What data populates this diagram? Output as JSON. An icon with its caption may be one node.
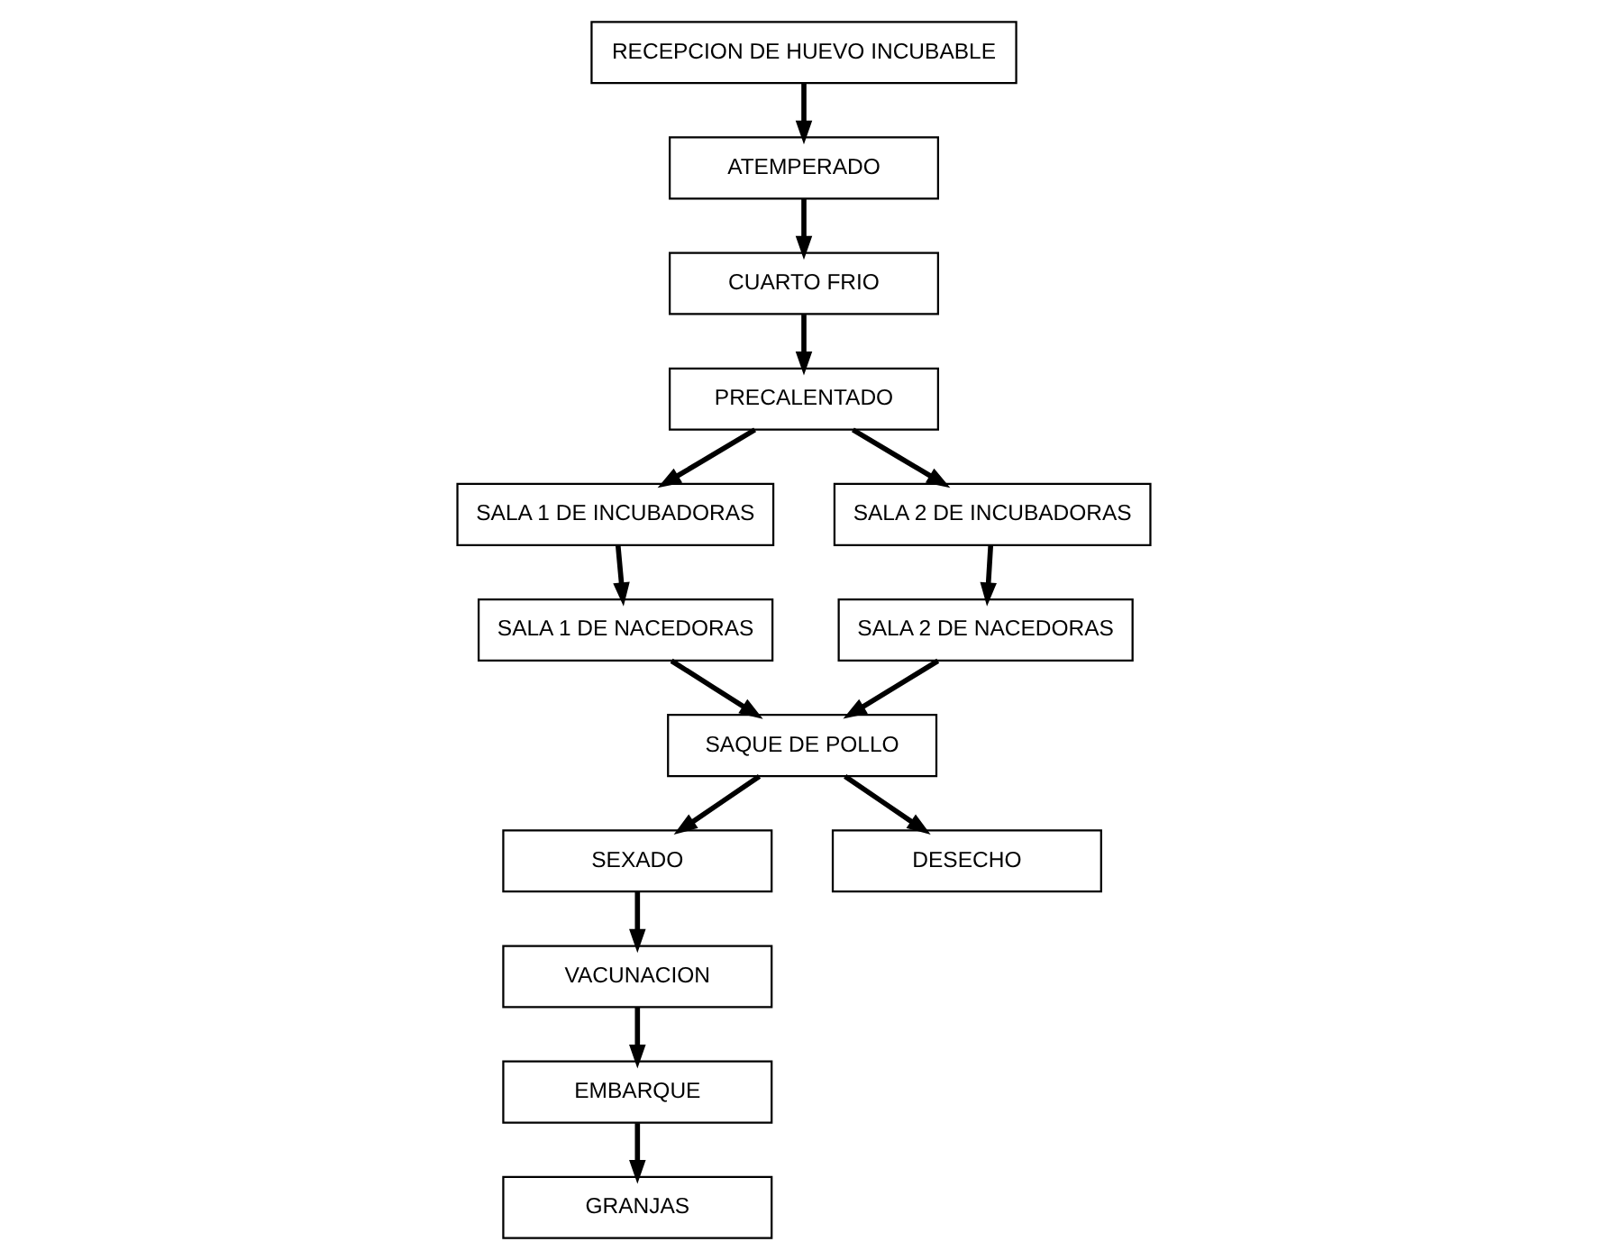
{
  "diagram": {
    "nodes": [
      {
        "text": [
          "RECEPCION DE HUEVO INCUBABLE"
        ]
      },
      {
        "text": [
          "ATEMPERADO"
        ]
      },
      {
        "text": [
          "CUARTO FRIO"
        ]
      },
      {
        "text": [
          "PRECALENTADO"
        ]
      },
      {
        "text": [
          "SALA 1 DE INCUBADORAS"
        ]
      },
      {
        "text": [
          "SALA 1 DE NACEDORAS"
        ]
      },
      {
        "text": [
          "SALA 2 DE INCUBADORAS"
        ]
      },
      {
        "text": [
          "SALA 2 DE NACEDORAS"
        ]
      },
      {
        "text": [
          "SEXADO"
        ]
      },
      {
        "text": [
          "SAQUE DE POLLO"
        ]
      },
      {
        "text": [
          "VACUNACION"
        ]
      },
      {
        "text": [
          "DESECHO"
        ]
      },
      {
        "text": [
          "EMBARQUE"
        ]
      },
      {
        "text": [
          "GRANJAS"
        ]
      }
    ],
    "edges": [
      {
        "from": 0,
        "to": 1,
        "arrow": "to"
      },
      {
        "from": 1,
        "to": 2,
        "arrow": "to"
      },
      {
        "from": 2,
        "to": 3,
        "arrow": "to"
      },
      {
        "from": 3,
        "to": 4,
        "arrow": "to"
      },
      {
        "from": 3,
        "to": 6,
        "arrow": "to"
      },
      {
        "from": 4,
        "to": 5,
        "arrow": "to"
      },
      {
        "from": 6,
        "to": 7,
        "arrow": "to"
      },
      {
        "from": 5,
        "to": 9,
        "arrow": "to"
      },
      {
        "from": 7,
        "to": 9,
        "arrow": "to"
      },
      {
        "from": 9,
        "to": 8,
        "arrow": "to"
      },
      {
        "from": 9,
        "to": 11,
        "arrow": "to"
      },
      {
        "from": 8,
        "to": 10,
        "arrow": "to"
      },
      {
        "from": 10,
        "to": 12,
        "arrow": "to"
      },
      {
        "from": 12,
        "to": 13,
        "arrow": "to"
      }
    ]
  }
}
